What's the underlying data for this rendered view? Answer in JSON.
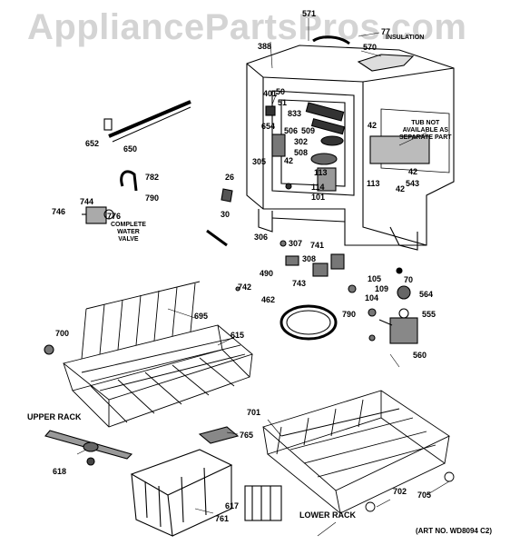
{
  "watermark": "AppliancePartsPros.com",
  "art_number": "(ART NO. WD8094 C2)",
  "captions": {
    "upper_rack": "UPPER RACK",
    "lower_rack": "LOWER RACK",
    "complete_water_valve": [
      "COMPLETE",
      "WATER",
      "VALVE"
    ],
    "tub_not_available": [
      "TUB NOT",
      "AVAILABLE AS",
      "SEPARATE PART"
    ],
    "insulation": [
      "INSULATION"
    ]
  },
  "parts": [
    "571",
    "77",
    "570",
    "388",
    "401",
    "50",
    "51",
    "833",
    "654",
    "506",
    "509",
    "302",
    "508",
    "42",
    "42",
    "305",
    "42",
    "113",
    "114",
    "101",
    "113",
    "42",
    "543",
    "652",
    "650",
    "782",
    "790",
    "744",
    "746",
    "776",
    "26",
    "30",
    "306",
    "307",
    "308",
    "490",
    "741",
    "743",
    "742",
    "105",
    "109",
    "104",
    "70",
    "564",
    "555",
    "560",
    "790",
    "462",
    "695",
    "700",
    "615",
    "701",
    "765",
    "618",
    "761",
    "617",
    "702",
    "705"
  ]
}
